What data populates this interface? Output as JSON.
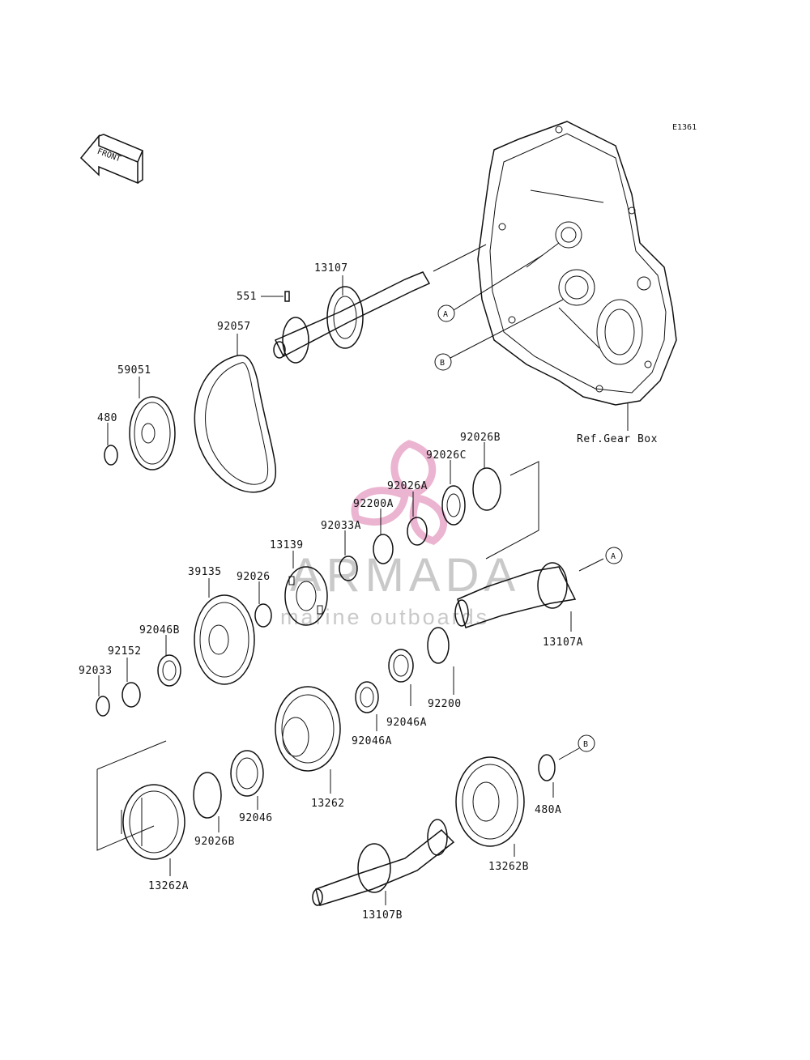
{
  "diagram": {
    "code": "E1361",
    "front_label": "FRONT",
    "ref_label": "Ref.Gear Box",
    "markers": [
      "A",
      "B"
    ],
    "parts": [
      "13107",
      "551",
      "92057",
      "59051",
      "480",
      "92026B",
      "92026C",
      "92026A",
      "92200A",
      "92033A",
      "13139",
      "39135",
      "92026",
      "92046B",
      "92152",
      "92033",
      "13107A",
      "92200",
      "92046A",
      "92046A",
      "13262",
      "92046",
      "92026B",
      "13262A",
      "480A",
      "13262B",
      "13107B"
    ]
  },
  "watermark": {
    "brand": "ARMADA",
    "tagline": "marine outboards",
    "accent_color": "#e8a7c8"
  }
}
